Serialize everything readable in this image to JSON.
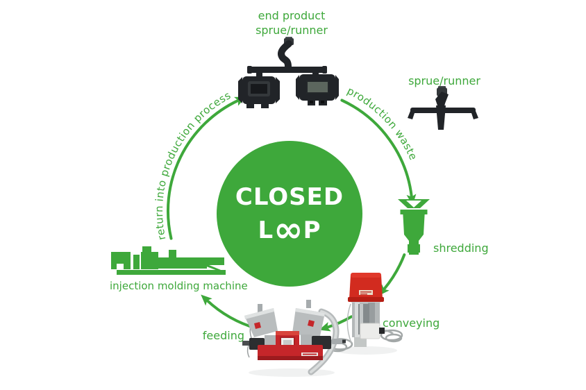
{
  "diagram": {
    "center_badge": {
      "title_line1": "CLOSED",
      "title_line2_prefix": "L",
      "title_line2_infinity": "∞",
      "title_line2_suffix": "P"
    },
    "labels": {
      "end_product_line1": "end product",
      "end_product_line2": "sprue/runner",
      "sprue_runner": "sprue/runner",
      "shredding": "shredding",
      "conveying": "conveying",
      "feeding": "feeding",
      "injection_molding_machine": "injection molding machine"
    },
    "arc_labels": {
      "return": "return into production process",
      "waste": "production waste"
    },
    "colors": {
      "accent_green": "#3ea83b",
      "machine_red": "#d0261d",
      "part_black": "#212428",
      "steel_grey": "#b4b8b9"
    }
  }
}
